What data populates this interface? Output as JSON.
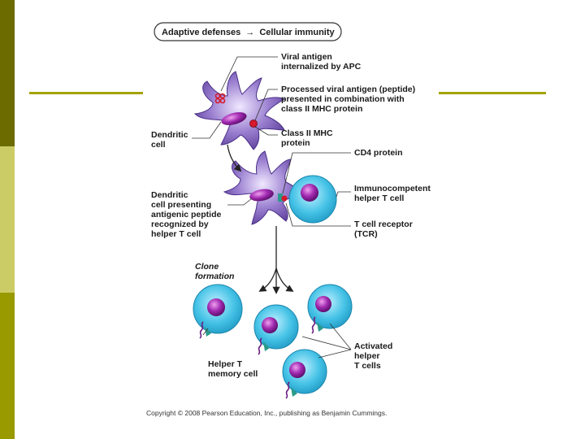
{
  "colors": {
    "sidebar_dark": "#6b6b00",
    "sidebar_light": "#cccc66",
    "sidebar_mid": "#999900",
    "rule": "#a3a300",
    "cell_blue": "#35b6dc",
    "nucleus": "#7a1a8c",
    "dendritic": "#7a5fb0",
    "antigen_red": "#d6192c"
  },
  "header": {
    "left": "Adaptive defenses",
    "arrow": "→",
    "right": "Cellular immunity"
  },
  "labels": {
    "viral_antigen": "Viral antigen\ninternalized by APC",
    "processed_antigen": "Processed viral antigen (peptide)\npresented in combination with\nclass II MHC protein",
    "dendritic_cell": "Dendritic\ncell",
    "class2_mhc": "Class II MHC\nprotein",
    "cd4": "CD4 protein",
    "immunocompetent": "Immunocompetent\nhelper T cell",
    "dendritic_presenting": "Dendritic\ncell presenting\nantigenic peptide\nrecognized by\nhelper T cell",
    "tcr": "T cell receptor\n(TCR)",
    "clone_formation": "Clone\nformation",
    "memory_cell": "Helper T\nmemory cell",
    "activated": "Activated\nhelper\nT cells"
  },
  "copyright": "Copyright © 2008 Pearson Education, Inc., publishing as Benjamin Cummings."
}
